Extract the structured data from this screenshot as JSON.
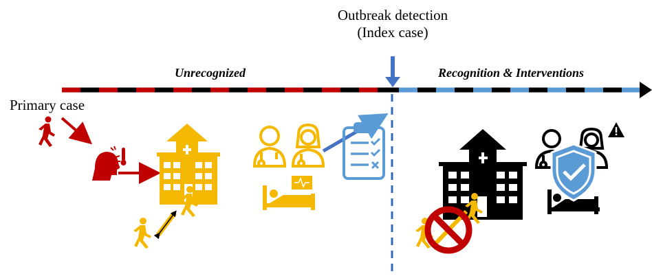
{
  "labels": {
    "outbreak_line1": "Outbreak detection",
    "outbreak_line2": "(Index case)",
    "phase_unrecognized": "Unrecognized",
    "phase_recognition": "Recognition & Interventions",
    "primary_case": "Primary case"
  },
  "colors": {
    "red": "#c00000",
    "yellow": "#f5b800",
    "blue": "#5b9bd5",
    "black": "#000000",
    "white": "#ffffff"
  },
  "icons": [
    "walking-person-icon",
    "sick-person-fever-icon",
    "hospital-icon",
    "doctor-icon",
    "nurse-icon",
    "patient-bed-monitor-icon",
    "clipboard-checklist-icon",
    "warning-icon",
    "shield-check-icon",
    "prohibited-icon"
  ]
}
